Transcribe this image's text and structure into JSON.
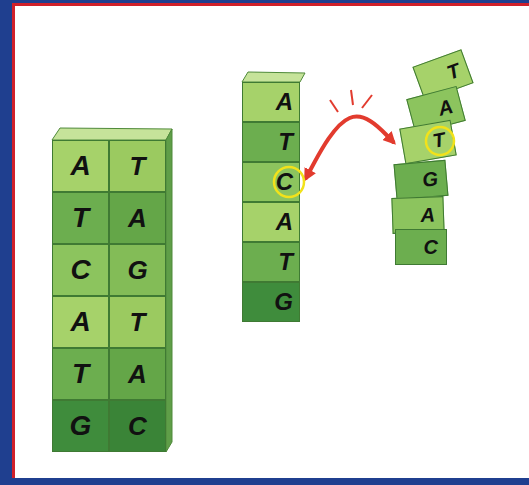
{
  "diagram": {
    "nodes": [
      {
        "text": [
          "A"
        ]
      },
      {
        "text": [
          "T"
        ]
      },
      {
        "text": [
          "T"
        ]
      },
      {
        "text": [
          "A"
        ]
      },
      {
        "text": [
          "C"
        ]
      },
      {
        "text": [
          "G"
        ]
      },
      {
        "text": [
          "A"
        ]
      },
      {
        "text": [
          "T"
        ]
      },
      {
        "text": [
          "T"
        ]
      },
      {
        "text": [
          "A"
        ]
      },
      {
        "text": [
          "G"
        ]
      },
      {
        "text": [
          "C"
        ]
      },
      {
        "text": [
          "A"
        ]
      },
      {
        "text": [
          "T"
        ]
      },
      {
        "text": [
          "C"
        ]
      },
      {
        "text": [
          "A"
        ]
      },
      {
        "text": [
          "T"
        ]
      },
      {
        "text": [
          "G"
        ]
      },
      {
        "text": [
          "T"
        ]
      },
      {
        "text": [
          "A"
        ]
      },
      {
        "text": [
          "T"
        ]
      },
      {
        "text": [
          "G"
        ]
      },
      {
        "text": [
          "A"
        ]
      },
      {
        "text": [
          "C"
        ]
      }
    ],
    "edges": [
      {
        "from": 14,
        "to": 20,
        "arrow": "both"
      }
    ]
  }
}
